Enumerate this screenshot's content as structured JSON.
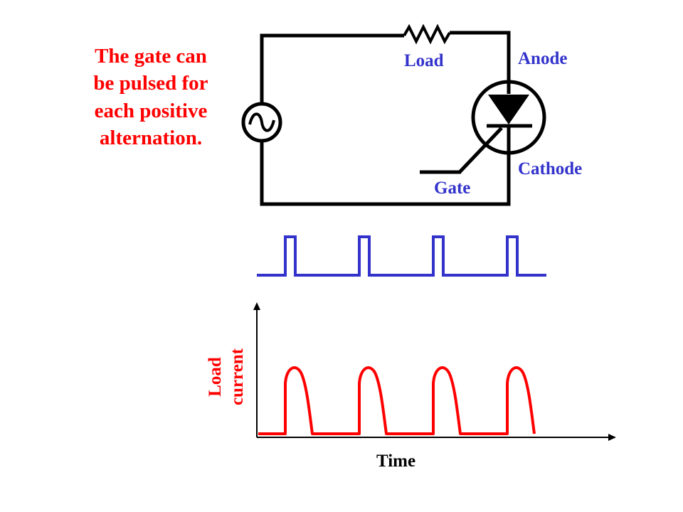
{
  "caption": {
    "lines": [
      "The gate can",
      "be pulsed for",
      "each positive",
      "alternation."
    ]
  },
  "circuit": {
    "load_label": "Load",
    "anode_label": "Anode",
    "cathode_label": "Cathode",
    "gate_label": "Gate"
  },
  "colors": {
    "caption": "#ff0000",
    "circuit_labels": "#3333cc",
    "gate_pulses": "#3333cc",
    "load_current": "#ff0000",
    "wire": "#000000"
  },
  "chart_data": {
    "type": "line",
    "xlabel": "Time",
    "ylabel": "Load current",
    "gate_pulse_count": 4,
    "load_current_pulse_count": 4
  }
}
